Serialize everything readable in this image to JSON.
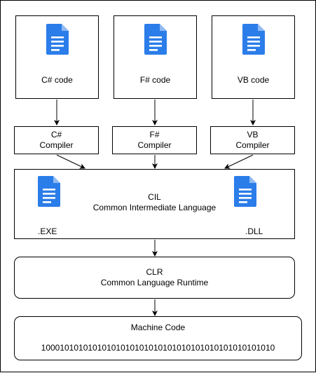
{
  "sources": [
    {
      "label": "C# code",
      "icon": "document-icon"
    },
    {
      "label": "F# code",
      "icon": "document-icon"
    },
    {
      "label": "VB code",
      "icon": "document-icon"
    }
  ],
  "compilers": [
    {
      "label": "C#\nCompiler"
    },
    {
      "label": "F#\nCompiler"
    },
    {
      "label": "VB\nCompiler"
    }
  ],
  "cil": {
    "title": "CIL\nCommon Intermediate Language",
    "exe_label": ".EXE",
    "dll_label": ".DLL"
  },
  "clr": {
    "title": "CLR\nCommon Language Runtime"
  },
  "machine": {
    "title": "Machine Code",
    "binary": "10001010101010101010101010101010101010101010101010"
  },
  "colors": {
    "icon_blue": "#2b7de9",
    "icon_fold": "#8fbaf2",
    "icon_lines": "#ffffff",
    "stroke": "#000000"
  }
}
